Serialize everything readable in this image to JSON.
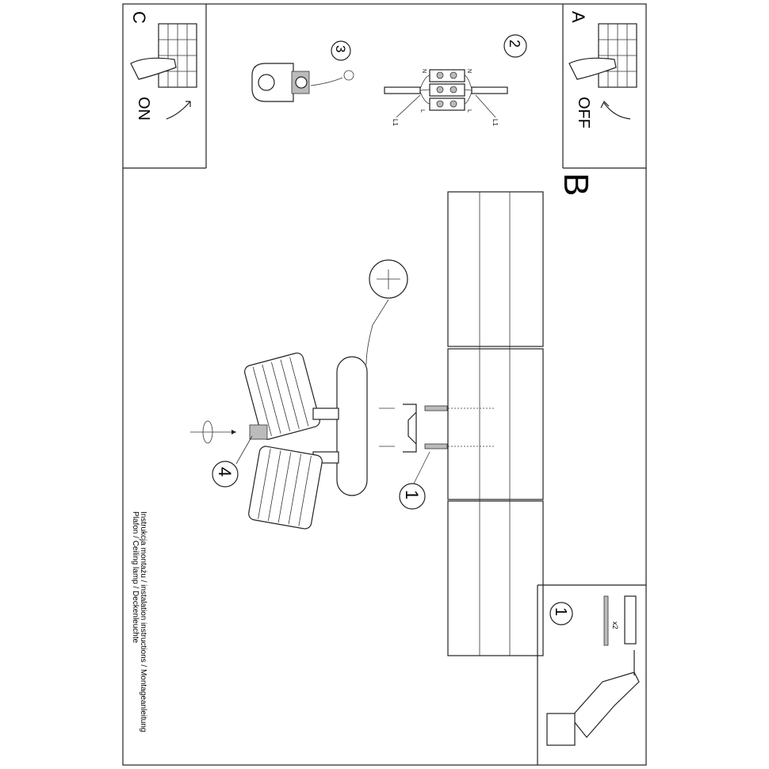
{
  "panels": {
    "c": {
      "letter": "C",
      "state": "ON"
    },
    "a": {
      "letter": "A",
      "state": "OFF"
    },
    "b": {
      "letter": "B"
    }
  },
  "steps": {
    "s1": "1",
    "s2": "2",
    "s3": "3",
    "s4": "4"
  },
  "wiring": {
    "n": "N",
    "l": "L",
    "l1": "L1"
  },
  "kit": {
    "step": "1",
    "quantity": "x2"
  },
  "caption": {
    "line1": "Instrukcja montażu / instalation instructions / Montageanleitung",
    "line2": "Plafon / Ceiling lamp / Deckenleuchte"
  }
}
